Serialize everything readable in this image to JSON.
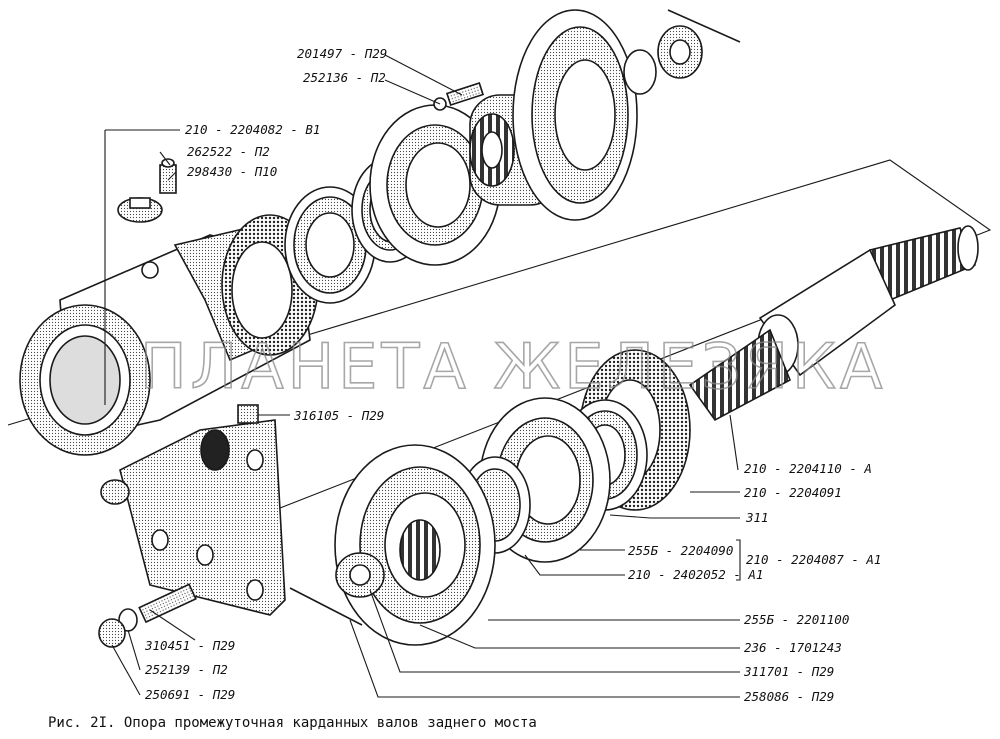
{
  "caption": "Рис. 2I. Опора промежуточная карданных валов заднего моста",
  "watermark": "ПЛАНЕТА ЖЕЛЕЗЯКА",
  "labels": [
    {
      "id": "l1",
      "text": "201497 - П29"
    },
    {
      "id": "l2",
      "text": "252136 - П2"
    },
    {
      "id": "l3",
      "text": "210 - 2204082 - В1"
    },
    {
      "id": "l4",
      "text": "262522 - П2"
    },
    {
      "id": "l5",
      "text": "298430 - П10"
    },
    {
      "id": "l6",
      "text": "316105 - П29"
    },
    {
      "id": "l7",
      "text": "210 - 2204110 - А"
    },
    {
      "id": "l8",
      "text": "210 - 2204091"
    },
    {
      "id": "l9",
      "text": "311"
    },
    {
      "id": "l10",
      "text": "255Б - 2204090"
    },
    {
      "id": "l11",
      "text": "210 - 2402052 - А1"
    },
    {
      "id": "l12",
      "text": "210 - 2204087 - А1"
    },
    {
      "id": "l13",
      "text": "255Б - 2201100"
    },
    {
      "id": "l14",
      "text": "236 - 1701243"
    },
    {
      "id": "l15",
      "text": "311701 - П29"
    },
    {
      "id": "l16",
      "text": "258086 - П29"
    },
    {
      "id": "l17",
      "text": "310451 - П29"
    },
    {
      "id": "l18",
      "text": "252139 - П2"
    },
    {
      "id": "l19",
      "text": "250691 - П29"
    }
  ]
}
